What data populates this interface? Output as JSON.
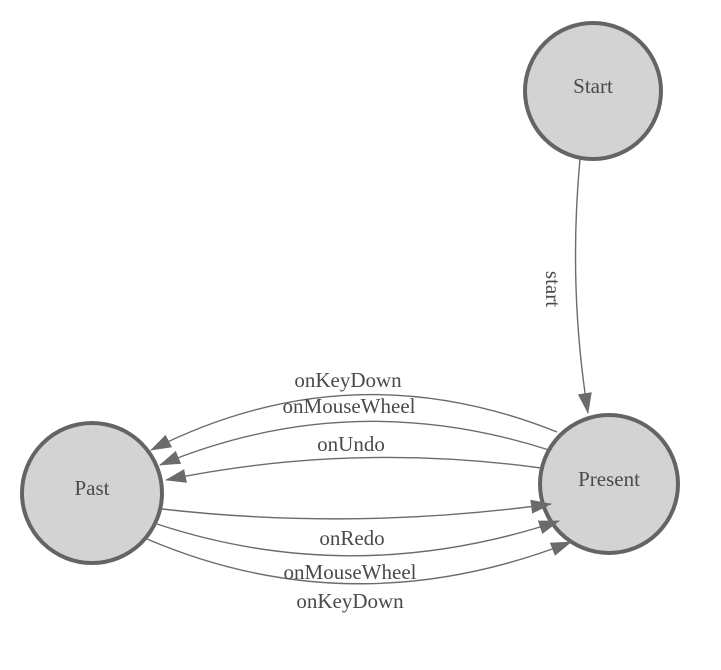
{
  "diagram": {
    "type": "state-machine",
    "nodes": [
      {
        "id": "start",
        "label": "Start"
      },
      {
        "id": "past",
        "label": "Past"
      },
      {
        "id": "present",
        "label": "Present"
      }
    ],
    "edges": [
      {
        "from": "start",
        "to": "present",
        "label": "start"
      },
      {
        "from": "present",
        "to": "past",
        "label": "onKeyDown"
      },
      {
        "from": "present",
        "to": "past",
        "label": "onMouseWheel"
      },
      {
        "from": "present",
        "to": "past",
        "label": "onUndo"
      },
      {
        "from": "past",
        "to": "present",
        "label": "onRedo"
      },
      {
        "from": "past",
        "to": "present",
        "label": "onMouseWheel"
      },
      {
        "from": "past",
        "to": "present",
        "label": "onKeyDown"
      }
    ],
    "colors": {
      "node_fill": "#d3d3d3",
      "node_stroke": "#646464",
      "edge_stroke": "#6b6b6b",
      "label_text": "#4a4a4a",
      "background": "#ffffff"
    }
  }
}
